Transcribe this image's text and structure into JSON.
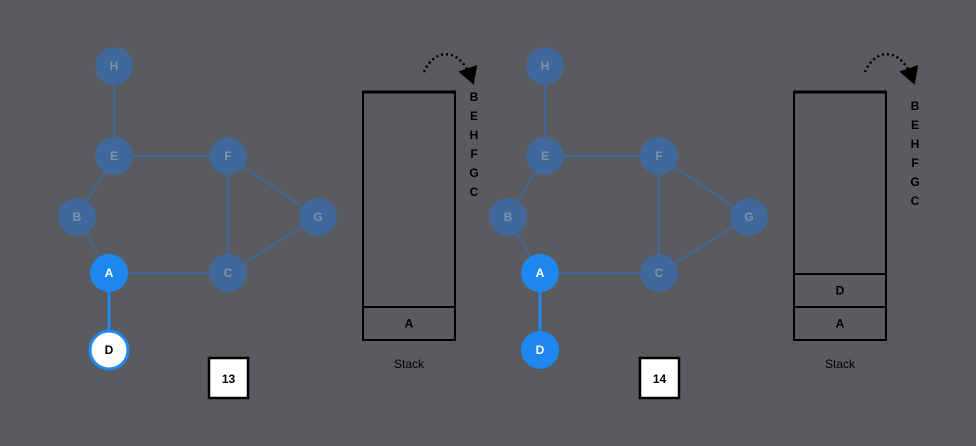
{
  "colors": {
    "background": "#5a5b5e",
    "node_faded": "#41689a",
    "node_faded_text": "#7f93ac",
    "edge_faded": "#41689a",
    "node_active": "#1e88f0",
    "edge_active": "#1e88f0",
    "node_current_fill": "#ffffff",
    "ink": "#000000",
    "stack_fill": "#5a5b5e"
  },
  "panels": [
    {
      "id": "step-13",
      "step_label": "13",
      "stack_title": "Stack",
      "stack_items": [
        "A"
      ],
      "remaining_order": [
        "B",
        "E",
        "H",
        "F",
        "G",
        "C"
      ],
      "nodes": [
        {
          "id": "H",
          "label": "H",
          "state": "faded"
        },
        {
          "id": "E",
          "label": "E",
          "state": "faded"
        },
        {
          "id": "F",
          "label": "F",
          "state": "faded"
        },
        {
          "id": "B",
          "label": "B",
          "state": "faded"
        },
        {
          "id": "G",
          "label": "G",
          "state": "faded"
        },
        {
          "id": "A",
          "label": "A",
          "state": "active"
        },
        {
          "id": "C",
          "label": "C",
          "state": "faded"
        },
        {
          "id": "D",
          "label": "D",
          "state": "current"
        }
      ],
      "edges": [
        {
          "from": "H",
          "to": "E",
          "state": "faded"
        },
        {
          "from": "E",
          "to": "F",
          "state": "faded"
        },
        {
          "from": "E",
          "to": "B",
          "state": "faded"
        },
        {
          "from": "B",
          "to": "A",
          "state": "faded"
        },
        {
          "from": "A",
          "to": "C",
          "state": "faded"
        },
        {
          "from": "F",
          "to": "C",
          "state": "faded"
        },
        {
          "from": "F",
          "to": "G",
          "state": "faded"
        },
        {
          "from": "G",
          "to": "C",
          "state": "faded"
        },
        {
          "from": "A",
          "to": "D",
          "state": "active"
        }
      ]
    },
    {
      "id": "step-14",
      "step_label": "14",
      "stack_title": "Stack",
      "stack_items": [
        "A",
        "D"
      ],
      "remaining_order": [
        "B",
        "E",
        "H",
        "F",
        "G",
        "C"
      ],
      "nodes": [
        {
          "id": "H",
          "label": "H",
          "state": "faded"
        },
        {
          "id": "E",
          "label": "E",
          "state": "faded"
        },
        {
          "id": "F",
          "label": "F",
          "state": "faded"
        },
        {
          "id": "B",
          "label": "B",
          "state": "faded"
        },
        {
          "id": "G",
          "label": "G",
          "state": "faded"
        },
        {
          "id": "A",
          "label": "A",
          "state": "active"
        },
        {
          "id": "C",
          "label": "C",
          "state": "faded"
        },
        {
          "id": "D",
          "label": "D",
          "state": "active"
        }
      ],
      "edges": [
        {
          "from": "H",
          "to": "E",
          "state": "faded"
        },
        {
          "from": "E",
          "to": "F",
          "state": "faded"
        },
        {
          "from": "E",
          "to": "B",
          "state": "faded"
        },
        {
          "from": "B",
          "to": "A",
          "state": "faded"
        },
        {
          "from": "A",
          "to": "C",
          "state": "faded"
        },
        {
          "from": "F",
          "to": "C",
          "state": "faded"
        },
        {
          "from": "F",
          "to": "G",
          "state": "faded"
        },
        {
          "from": "G",
          "to": "C",
          "state": "faded"
        },
        {
          "from": "A",
          "to": "D",
          "state": "active"
        }
      ]
    }
  ]
}
